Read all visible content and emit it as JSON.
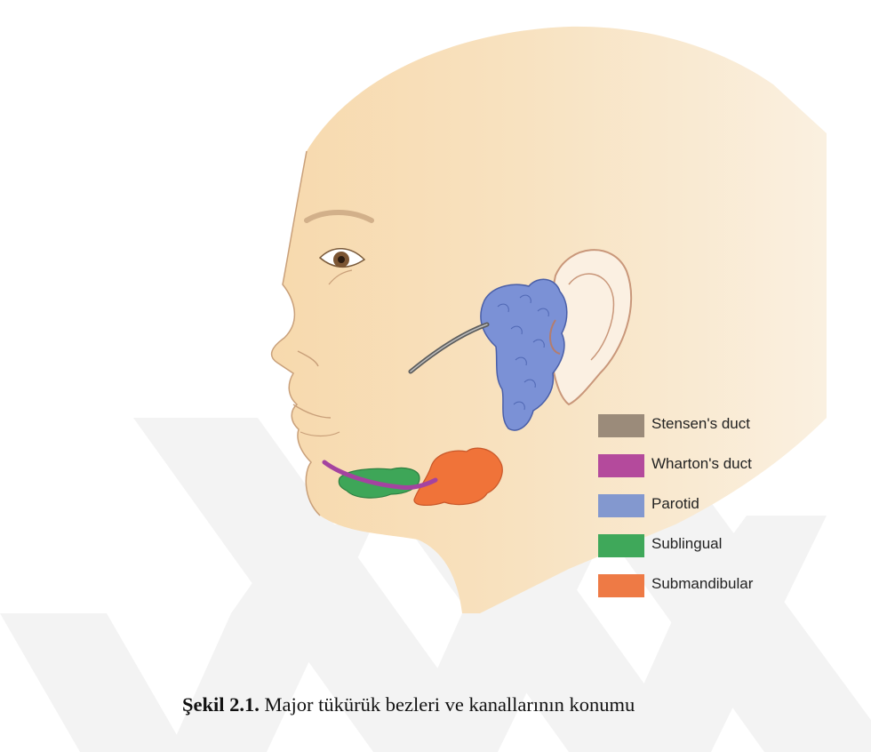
{
  "legend": [
    {
      "label": "Stensen's duct",
      "color": "#9b8b7a"
    },
    {
      "label": "Wharton's duct",
      "color": "#b44a9c"
    },
    {
      "label": "Parotid",
      "color": "#8398cf"
    },
    {
      "label": "Sublingual",
      "color": "#3fa85a"
    },
    {
      "label": "Submandibular",
      "color": "#ee7a45"
    }
  ],
  "caption": {
    "figure_number": "Şekil 2.1.",
    "text": " Major tükürük bezleri ve kanallarının konumu"
  },
  "colors": {
    "skin": "#f6dfb8",
    "parotid": "#7b91d6",
    "sublingual": "#3ea658",
    "submandibular": "#f07339",
    "stensen": "#6e6e6e",
    "wharton": "#a443a0"
  }
}
